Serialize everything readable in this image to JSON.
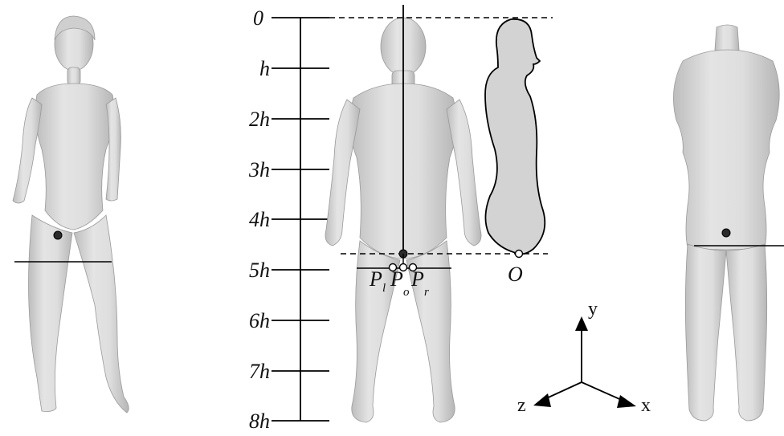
{
  "scale": {
    "ticks": [
      "0",
      "h",
      "2h",
      "3h",
      "4h",
      "5h",
      "6h",
      "7h",
      "8h"
    ]
  },
  "points": {
    "p": "P",
    "left_sub": "l",
    "origin_sub": "o",
    "right_sub": "r",
    "silhouette_origin": "O"
  },
  "axes": {
    "x": "x",
    "y": "y",
    "z": "z"
  },
  "colors": {
    "body_fill": "#d9d9d9",
    "body_shade": "#b8b8b8",
    "silhouette_fill": "#d3d3d3",
    "line": "#000000",
    "marker": "#2b2b2b"
  }
}
